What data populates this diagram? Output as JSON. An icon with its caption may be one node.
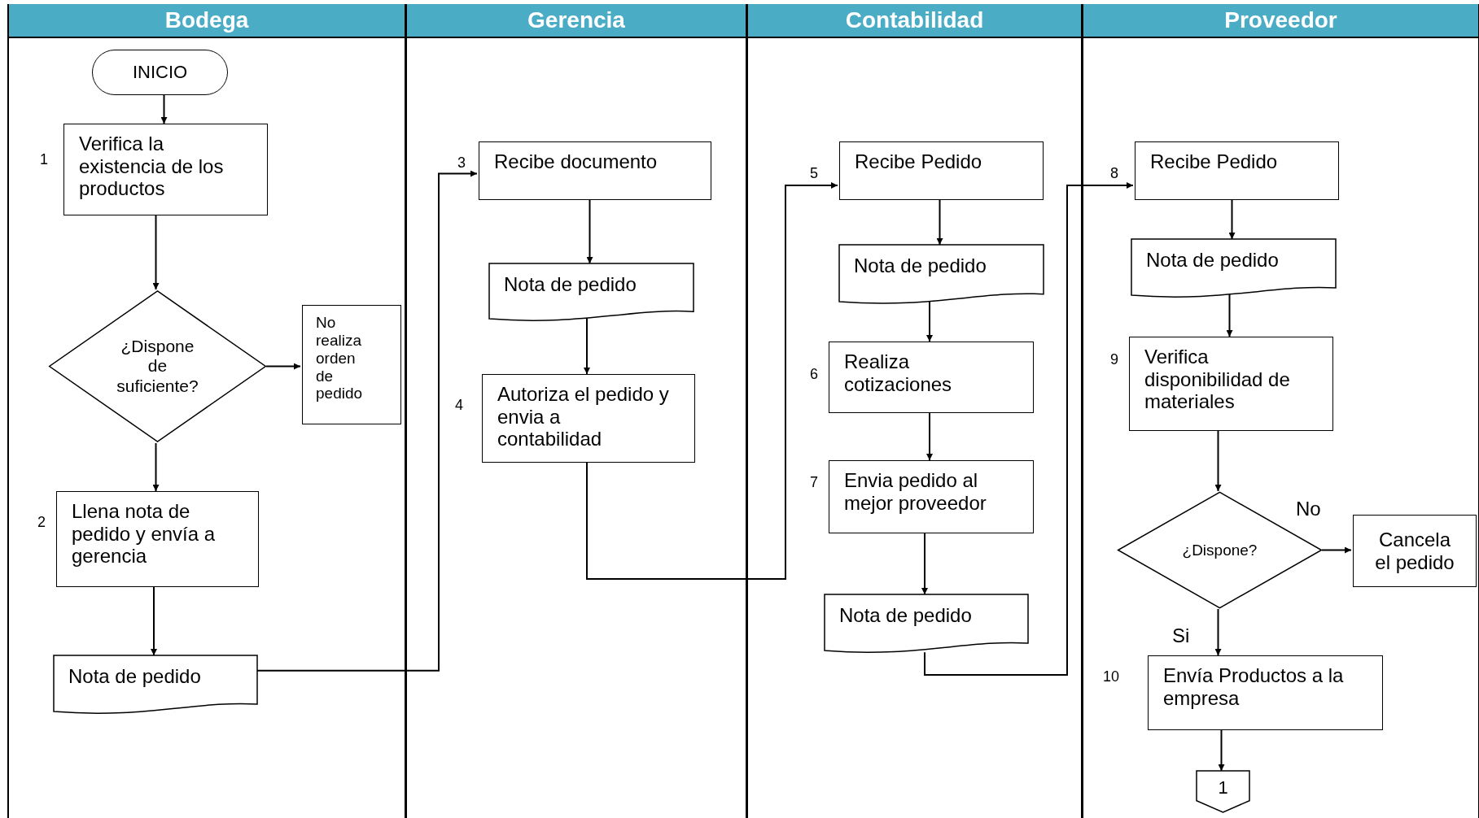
{
  "diagram": {
    "nodes": [
      {
        "text": [
          "Bodega"
        ]
      },
      {
        "text": [
          "Gerencia"
        ]
      },
      {
        "text": [
          "Contabilidad"
        ]
      },
      {
        "text": [
          "Proveedor"
        ]
      },
      {
        "text": [
          "INICIO"
        ],
        "in": 0
      },
      {
        "text": [
          "Verifica la existencia de los productos"
        ],
        "in": 0,
        "beside": [
          "1"
        ]
      },
      {
        "text": [
          "¿Dispone de suficiente?"
        ],
        "in": 0
      },
      {
        "text": [
          "No realiza orden de pedido"
        ],
        "in": 0
      },
      {
        "text": [
          "Llena nota de pedido y envía a gerencia"
        ],
        "in": 0,
        "beside": [
          "2"
        ]
      },
      {
        "text": [
          "Nota de pedido"
        ],
        "in": 0
      },
      {
        "text": [
          "Recibe documento"
        ],
        "in": 1,
        "beside": [
          "3"
        ]
      },
      {
        "text": [
          "Nota de pedido"
        ],
        "in": 1
      },
      {
        "text": [
          "Autoriza el pedido y envia a contabilidad"
        ],
        "in": 1,
        "beside": [
          "4"
        ]
      },
      {
        "text": [
          "Recibe Pedido"
        ],
        "in": 2,
        "beside": [
          "5"
        ]
      },
      {
        "text": [
          "Nota de pedido"
        ],
        "in": 2
      },
      {
        "text": [
          "Realiza cotizaciones"
        ],
        "in": 2,
        "beside": [
          "6"
        ]
      },
      {
        "text": [
          "Envia pedido al mejor proveedor"
        ],
        "in": 2,
        "beside": [
          "7"
        ]
      },
      {
        "text": [
          "Nota de pedido"
        ],
        "in": 2
      },
      {
        "text": [
          "Recibe Pedido"
        ],
        "in": 3,
        "beside": [
          "8"
        ]
      },
      {
        "text": [
          "Nota de pedido"
        ],
        "in": 3
      },
      {
        "text": [
          "Verifica disponibilidad de materiales"
        ],
        "in": 3,
        "beside": [
          "9"
        ]
      },
      {
        "text": [
          "¿Dispone?"
        ],
        "in": 3
      },
      {
        "text": [
          "Cancela el pedido"
        ],
        "in": 3
      },
      {
        "text": [
          "Envía Productos a la empresa"
        ],
        "in": 3,
        "beside": [
          "10"
        ]
      },
      {
        "text": [
          "1"
        ],
        "in": 3
      }
    ],
    "edges": [
      {
        "from": 4,
        "to": 5,
        "arrow": "to"
      },
      {
        "from": 5,
        "to": 6,
        "arrow": "to"
      },
      {
        "from": 6,
        "to": 7,
        "arrow": "to"
      },
      {
        "from": 6,
        "to": 8,
        "arrow": "to"
      },
      {
        "from": 8,
        "to": 9,
        "arrow": "to"
      },
      {
        "from": 9,
        "to": 10,
        "arrow": "to"
      },
      {
        "from": 10,
        "to": 11,
        "arrow": "to"
      },
      {
        "from": 11,
        "to": 12,
        "arrow": "to"
      },
      {
        "from": 12,
        "to": 13,
        "arrow": "to"
      },
      {
        "from": 13,
        "to": 14,
        "arrow": "to"
      },
      {
        "from": 14,
        "to": 15,
        "arrow": "to"
      },
      {
        "from": 15,
        "to": 16,
        "arrow": "to"
      },
      {
        "from": 16,
        "to": 17,
        "arrow": "to"
      },
      {
        "from": 17,
        "to": 18,
        "arrow": "to"
      },
      {
        "from": 18,
        "to": 19,
        "arrow": "to"
      },
      {
        "from": 19,
        "to": 20,
        "arrow": "to"
      },
      {
        "from": 20,
        "to": 21,
        "arrow": "to"
      },
      {
        "from": 21,
        "to": 22,
        "arrow": "to",
        "label": "No"
      },
      {
        "from": 21,
        "to": 23,
        "arrow": "to",
        "label": "Si"
      },
      {
        "from": 23,
        "to": 24,
        "arrow": "to"
      }
    ]
  }
}
